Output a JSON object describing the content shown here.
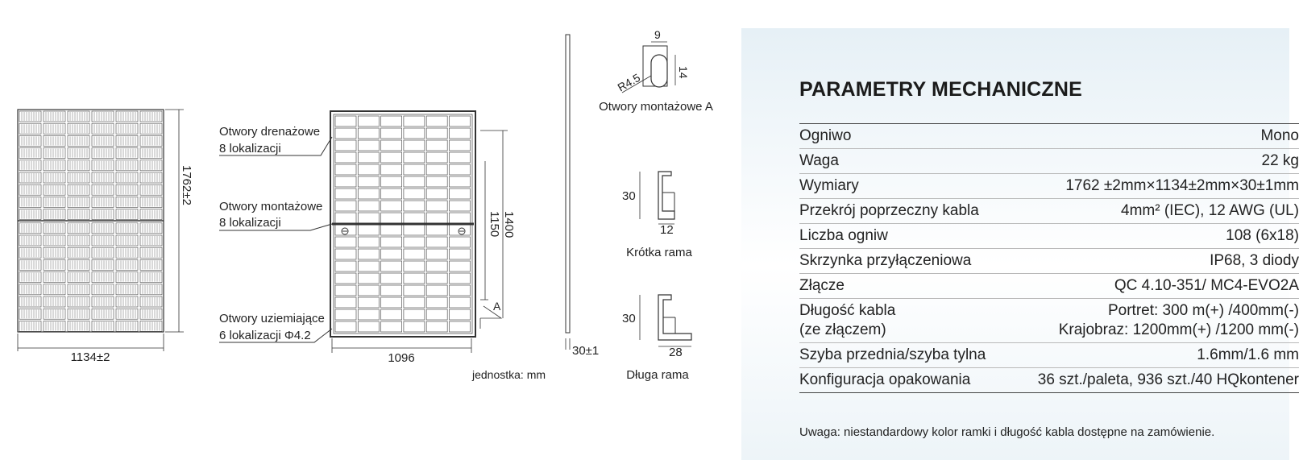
{
  "drawing": {
    "dim_height": "1762±2",
    "dim_width": "1134±2",
    "label_drain_1": "Otwory drenażowe",
    "label_drain_2": "8 lokalizacji",
    "label_mount_1": "Otwory montażowe",
    "label_mount_2": "8 lokalizacji",
    "label_ground_1": "Otwory uziemiające",
    "label_ground_2": "6 lokalizacji Φ4.2",
    "dim_1400": "1400",
    "dim_1150": "1150",
    "dim_1096": "1096",
    "marker_a": "A",
    "unit": "jednostka: mm",
    "dim_thickness": "30±1",
    "hole_w": "9",
    "hole_h": "14",
    "hole_r": "R4.5",
    "hole_caption": "Otwory montażowe A",
    "short_frame_h": "30",
    "short_frame_w": "12",
    "short_frame_caption": "Krótka rama",
    "long_frame_h": "30",
    "long_frame_w": "28",
    "long_frame_caption": "Długa rama"
  },
  "specs": {
    "title": "PARAMETRY MECHANICZNE",
    "rows": [
      {
        "label": "Ogniwo",
        "value": "Mono"
      },
      {
        "label": "Waga",
        "value": "22 kg"
      },
      {
        "label": "Wymiary",
        "value": "1762 ±2mm×1134±2mm×30±1mm"
      },
      {
        "label": "Przekrój poprzeczny kabla",
        "value": "4mm² (IEC), 12 AWG (UL)"
      },
      {
        "label": "Liczba ogniw",
        "value": "108 (6x18)"
      },
      {
        "label": "Skrzynka przyłączeniowa",
        "value": "IP68, 3 diody"
      },
      {
        "label": "Złącze",
        "value": "QC 4.10-351/ MC4-EVO2A"
      },
      {
        "label": "Długość kabla",
        "label2": "(ze złączem)",
        "value": "Portret: 300 m(+) /400mm(-)",
        "value2": "Krajobraz: 1200mm(+) /1200 mm(-)"
      },
      {
        "label": "Szyba przednia/szyba tylna",
        "value": "1.6mm/1.6 mm"
      },
      {
        "label": "Konfiguracja opakowania",
        "value": "36 szt./paleta, 936 szt./40 HQkontener"
      }
    ],
    "note": "Uwaga: niestandardowy kolor ramki i długość kabla dostępne na zamówienie."
  }
}
